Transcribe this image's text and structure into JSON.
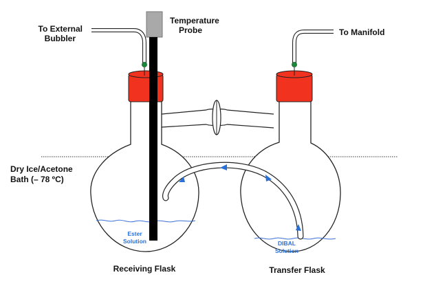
{
  "labels": {
    "external_bubbler_line1": "To External",
    "external_bubbler_line2": "Bubbler",
    "temperature_probe_line1": "Temperature",
    "temperature_probe_line2": "Probe",
    "to_manifold": "To Manifold",
    "bath_line1": "Dry Ice/Acetone",
    "bath_line2": "Bath (– 78 ºC)",
    "ester_line1": "Ester",
    "ester_line2": "Solution",
    "dibal_line1": "DIBAL",
    "dibal_line2": "Solution",
    "receiving_flask": "Receiving Flask",
    "transfer_flask": "Transfer Flask"
  },
  "colors": {
    "stopper": "#f0321e",
    "probe_head": "#a9a9a9",
    "probe_rod": "#000000",
    "needle_tip": "#1a8a3a",
    "solution": "#3a6fd8",
    "arrow": "#2a6fd6",
    "glass": "#222222"
  }
}
